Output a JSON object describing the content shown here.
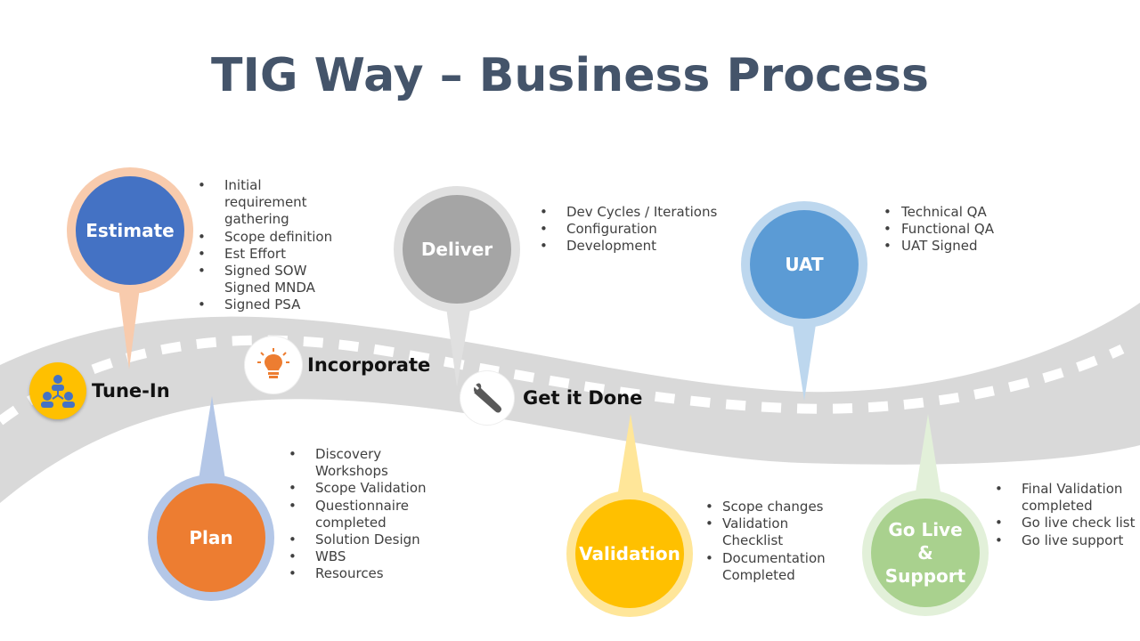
{
  "title": "TIG Way – Business Process",
  "colors": {
    "road": "#D9D9D9",
    "estimate": "#4472C4",
    "estimate_ring": "#F8CBAD",
    "deliver": "#A5A5A5",
    "deliver_ring": "#E0E0E0",
    "uat": "#5B9BD5",
    "uat_ring": "#BDD7EE",
    "plan": "#ED7D31",
    "plan_ring": "#B4C7E7",
    "validation": "#FFC000",
    "validation_ring": "#FFE699",
    "golive": "#A9D18E",
    "golive_ring": "#E2F0D9"
  },
  "stages": {
    "estimate": {
      "label": "Estimate",
      "bullets": [
        "Initial requirement gathering",
        "Scope definition",
        "Est Effort",
        "Signed SOW Signed MNDA",
        "Signed PSA"
      ]
    },
    "deliver": {
      "label": "Deliver",
      "bullets": [
        "Dev Cycles / Iterations",
        "Configuration",
        "Development"
      ]
    },
    "uat": {
      "label": "UAT",
      "bullets": [
        "Technical QA",
        "Functional QA",
        "UAT Signed"
      ]
    },
    "plan": {
      "label": "Plan",
      "bullets": [
        "Discovery Workshops",
        "Scope Validation",
        "Questionnaire completed",
        "Solution Design",
        "WBS",
        "Resources"
      ]
    },
    "validation": {
      "label": "Validation",
      "bullets": [
        "Scope changes",
        "Validation Checklist",
        "Documentation Completed"
      ]
    },
    "golive": {
      "label": "Go Live & Support",
      "bullets": [
        "Final Validation completed",
        "Go live check list",
        "Go live support"
      ]
    }
  },
  "milestones": {
    "tunein": {
      "label": "Tune-In",
      "icon": "people-network-icon"
    },
    "incorporate": {
      "label": "Incorporate",
      "icon": "lightbulb-icon"
    },
    "getitdone": {
      "label": "Get it Done",
      "icon": "wrench-icon"
    }
  }
}
